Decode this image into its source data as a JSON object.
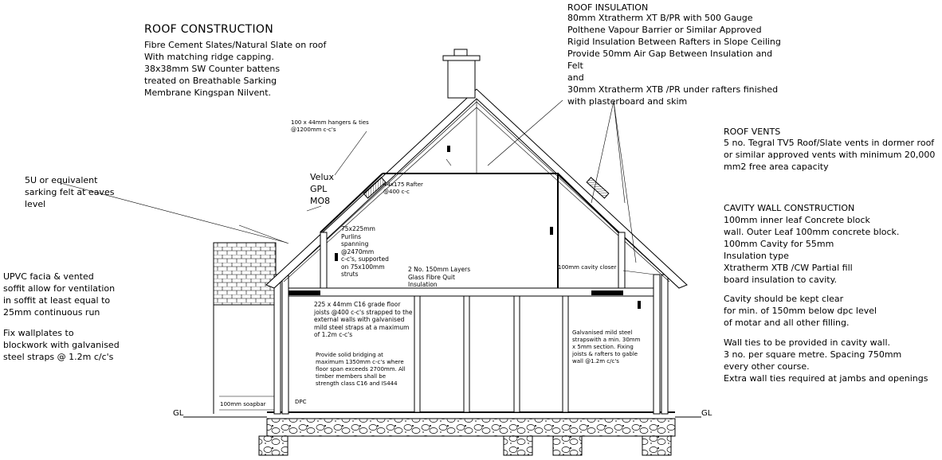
{
  "roof_construction": {
    "title": "ROOF CONSTRUCTION",
    "lines": "Fibre Cement Slates/Natural Slate on roof\nWith matching ridge capping.\n38x38mm SW Counter battens\ntreated on  Breathable Sarking\nMembrane Kingspan Nilvent."
  },
  "roof_insulation": {
    "title": "ROOF INSULATION",
    "lines": "80mm Xtratherm XT B/PR with 500 Gauge\nPolthene Vapour Barrier or Similar Approved\nRigid Insulation Between Rafters in Slope Ceiling\nProvide 50mm Air Gap Between Insulation and\nFelt\nand\n30mm Xtratherm XTB /PR under rafters finished\nwith plasterboard and skim"
  },
  "roof_vents": {
    "title": "ROOF VENTS",
    "lines": "5 no. Tegral TV5 Roof/Slate vents in dormer roof\nor similar approved vents with minimum 20,000\nmm2 free area capacity"
  },
  "cavity_wall": {
    "title": "CAVITY WALL CONSTRUCTION",
    "lines": "100mm inner leaf Concrete block\nwall. Outer Leaf 100mm  concrete block.\n100mm Cavity for 55mm\nInsulation type\nXtratherm XTB /CW Partial fill\nboard insulation to cavity.",
    "clear": "Cavity should be kept clear\nfor min. of 150mm below dpc level\nof motar and all other filling.",
    "ties": "Wall ties to be provided in cavity wall.\n3 no. per square metre. Spacing 750mm\nevery other course.\nExtra wall ties required at jambs and openings"
  },
  "left_notes": {
    "sarking": "5U or equivalent\nsarking felt at eaves\nlevel",
    "upvc": "UPVC facia & vented\n soffit allow for ventilation\nin soffit at least equal to\n25mm continuous run",
    "wallplates": "Fix wallplates to\nblockwork with galvanised\nsteel straps @ 1.2m c/c's"
  },
  "labels": {
    "hangers": "100 x 44mm hangers & ties\n@1200mm c-c's",
    "velux": "Velux\nGPL\nMO8",
    "rafter": "44x175 Rafter\n@400 c-c",
    "purlins": "75x225mm\nPurlins\nspanning\n@2470mm\nc-c's, supported\non 75x100mm\nstruts",
    "quilt": "2 No. 150mm Layers\nGlass Fibre Quit\nInsulation",
    "cavity_closer": "100mm cavity closer",
    "floor_joists": "225 x 44mm C16 grade floor\njoists @400 c-c's strapped to the\nexternal walls with galvanised\nmild steel straps at a maximum\nof 1.2m c-c's",
    "bridging": "Provide solid bridging at\nmaximum 1350mm c-c's where\nfloor span exceeds 2700mm. All\ntimber members shall be\nstrength class C16 and IS444",
    "galv_straps": "Galvanised mild steel\nstrapswith a min. 30mm\nx 5mm section. Fixing\njoists & rafters to gable\nwall @1.2m c/c's",
    "soapbar": "100mm soapbar",
    "dpc": "DPC",
    "gl_left": "GL",
    "gl_right": "GL"
  }
}
